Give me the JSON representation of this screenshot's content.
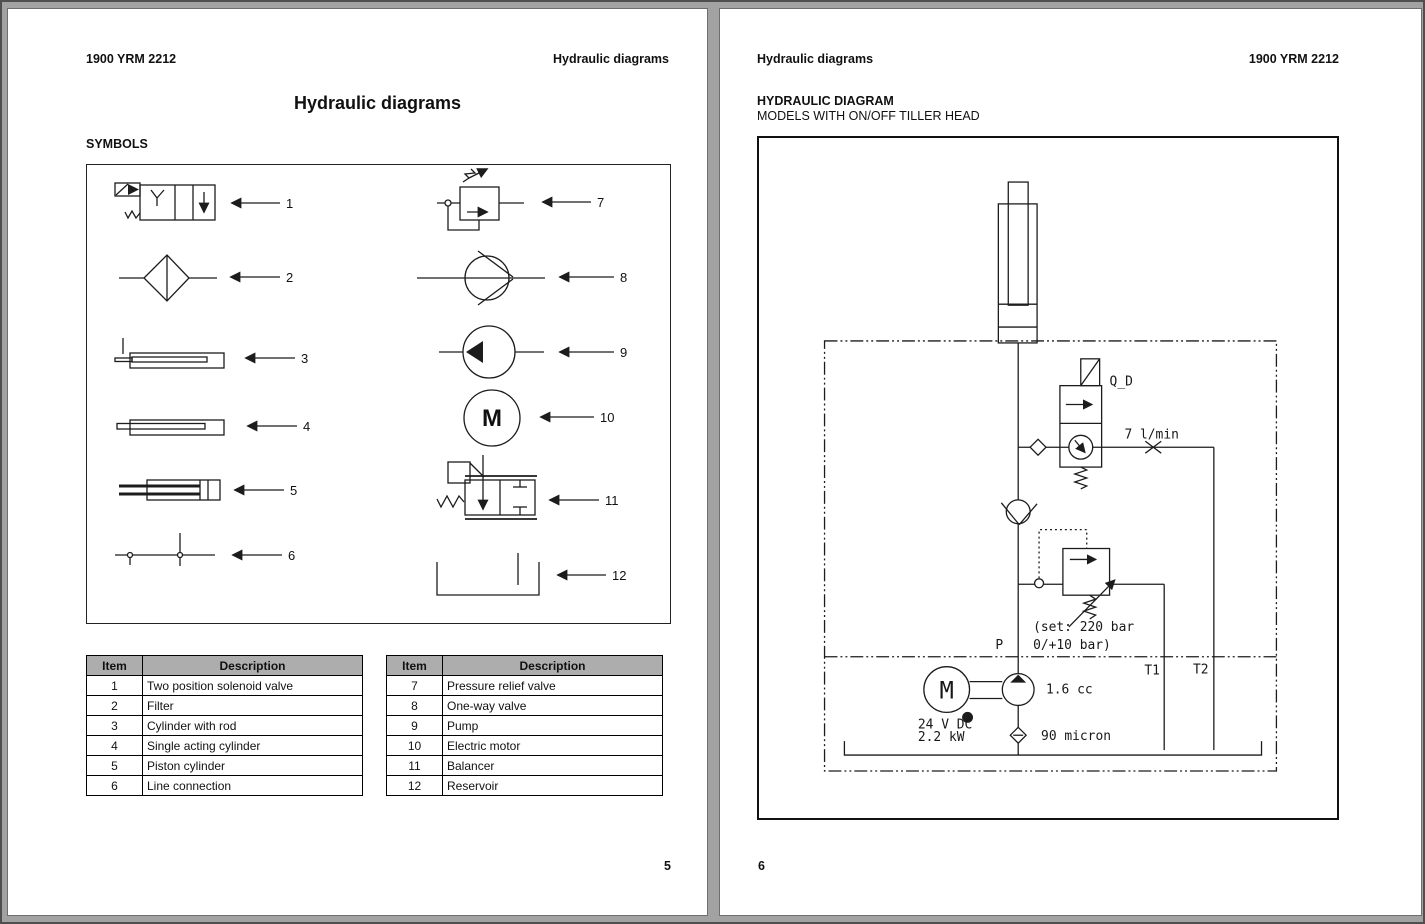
{
  "left_page": {
    "header_left": "1900 YRM 2212",
    "header_right": "Hydraulic diagrams",
    "title": "Hydraulic diagrams",
    "section_heading": "SYMBOLS",
    "motor_letter": "M",
    "symbol_labels": [
      "1",
      "2",
      "3",
      "4",
      "5",
      "6",
      "7",
      "8",
      "9",
      "10",
      "11",
      "12"
    ],
    "tables": [
      {
        "headers": [
          "Item",
          "Description"
        ],
        "rows": [
          [
            "1",
            "Two position solenoid valve"
          ],
          [
            "2",
            "Filter"
          ],
          [
            "3",
            "Cylinder with rod"
          ],
          [
            "4",
            "Single acting cylinder"
          ],
          [
            "5",
            "Piston cylinder"
          ],
          [
            "6",
            "Line connection"
          ]
        ]
      },
      {
        "headers": [
          "Item",
          "Description"
        ],
        "rows": [
          [
            "7",
            "Pressure relief valve"
          ],
          [
            "8",
            "One-way valve"
          ],
          [
            "9",
            "Pump"
          ],
          [
            "10",
            "Electric motor"
          ],
          [
            "11",
            "Balancer"
          ],
          [
            "12",
            "Reservoir"
          ]
        ]
      }
    ],
    "page_number": "5"
  },
  "right_page": {
    "header_left": "Hydraulic diagrams",
    "header_right": "1900 YRM 2212",
    "heading": "HYDRAULIC DIAGRAM",
    "subheading": "MODELS WITH ON/OFF TILLER HEAD",
    "diagram": {
      "valve_label": "Q_D",
      "flow_rate": "7 l/min",
      "pressure_setting_line1": "(set: 220 bar",
      "pressure_setting_line2": "0/+10 bar)",
      "port_p": "P",
      "port_t1": "T1",
      "port_t2": "T2",
      "motor_letter": "M",
      "pump_displacement": "1.6 cc",
      "motor_voltage": "24 V DC",
      "motor_power": "2.2 kW",
      "suction_filter": "90 micron"
    },
    "page_number": "6"
  },
  "colors": {
    "canvas_bg": "#a2a2a2",
    "page_bg": "#ffffff",
    "table_header_bg": "#adadad",
    "line": "#1c1c1c"
  }
}
